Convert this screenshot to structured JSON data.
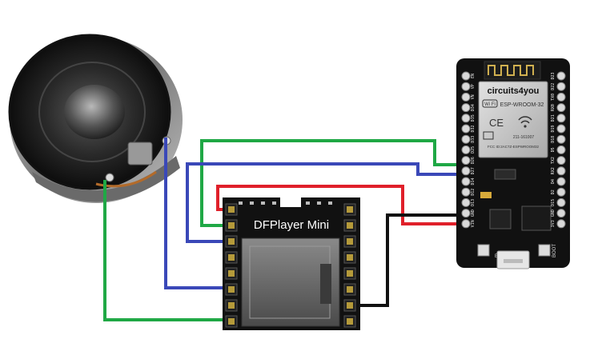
{
  "dfplayer": {
    "title": "DFPlayer Mini"
  },
  "esp32": {
    "brand": "circuits4you",
    "module_name": "ESP-WROOM-32",
    "wifi_mark": "Wi Fi",
    "ce_mark": "CE",
    "cert_id": "211-161007",
    "fcc_id": "FCC ID:2AC7Z-ESPWROOM32",
    "boot_label": "BOOT",
    "en_label": "EN",
    "left_pins": [
      "EN",
      "VP",
      "VN",
      "D34",
      "D35",
      "D32",
      "D33",
      "D25",
      "D26",
      "D27",
      "D14",
      "D12",
      "D13",
      "GND",
      "VIN"
    ],
    "right_pins": [
      "D23",
      "D22",
      "TX0",
      "RX0",
      "D21",
      "D19",
      "D18",
      "D5",
      "TX2",
      "RX2",
      "D4",
      "D2",
      "D15",
      "GND",
      "3V3"
    ]
  },
  "wires": {
    "green": "#1fa845",
    "blue": "#3a48b8",
    "red": "#e0202a",
    "black": "#111111"
  },
  "colors": {
    "board": "#111111",
    "module_can": "#c9c9c9",
    "pin_gold": "#b59a3a",
    "speaker_cone": "#1c1c1c",
    "speaker_frame": "#8c8c8c"
  }
}
